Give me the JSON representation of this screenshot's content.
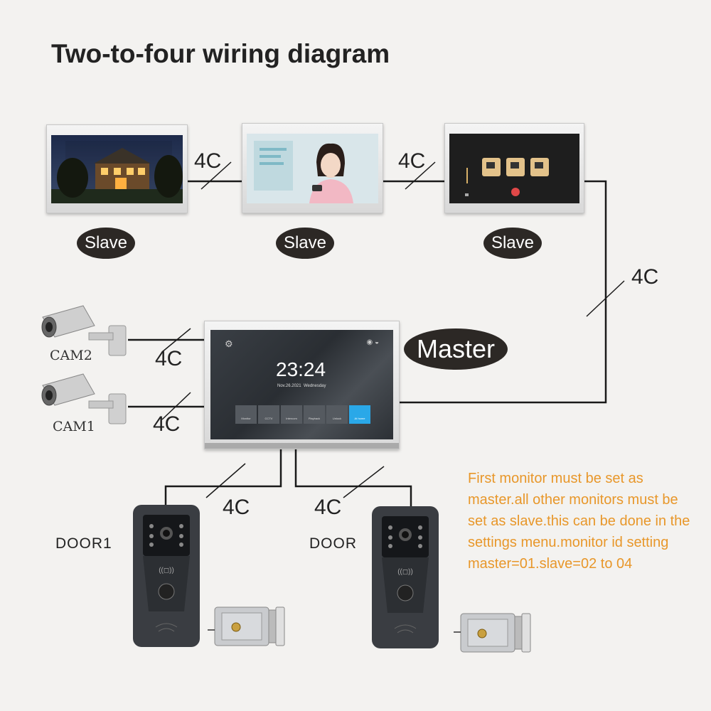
{
  "title": "Two-to-four wiring diagram",
  "wire_label": "4C",
  "roles": {
    "slave": "Slave",
    "master": "Master"
  },
  "cameras": [
    {
      "label": "CAM2"
    },
    {
      "label": "CAM1"
    }
  ],
  "doors": [
    {
      "label": "DOOR1"
    },
    {
      "label": "DOOR"
    }
  ],
  "master_screen": {
    "time": "23:24",
    "date": "Nov.26.2021",
    "weekday": "Wednesday",
    "apps": [
      "Monitor",
      "CCTV",
      "Intercom",
      "Playback",
      "Unlock",
      "At home"
    ]
  },
  "note_lines": [
    "First monitor must be set as",
    "master.all other monitors must be",
    "set as slave.this can be done in the",
    "settings menu.monitor id setting",
    "master=01.slave=02 to 04"
  ],
  "colors": {
    "background": "#f3f2f0",
    "wire": "#1a1a1a",
    "pill": "#2c2825",
    "note": "#e8972a",
    "screen_accent": "#2aa8e8"
  }
}
